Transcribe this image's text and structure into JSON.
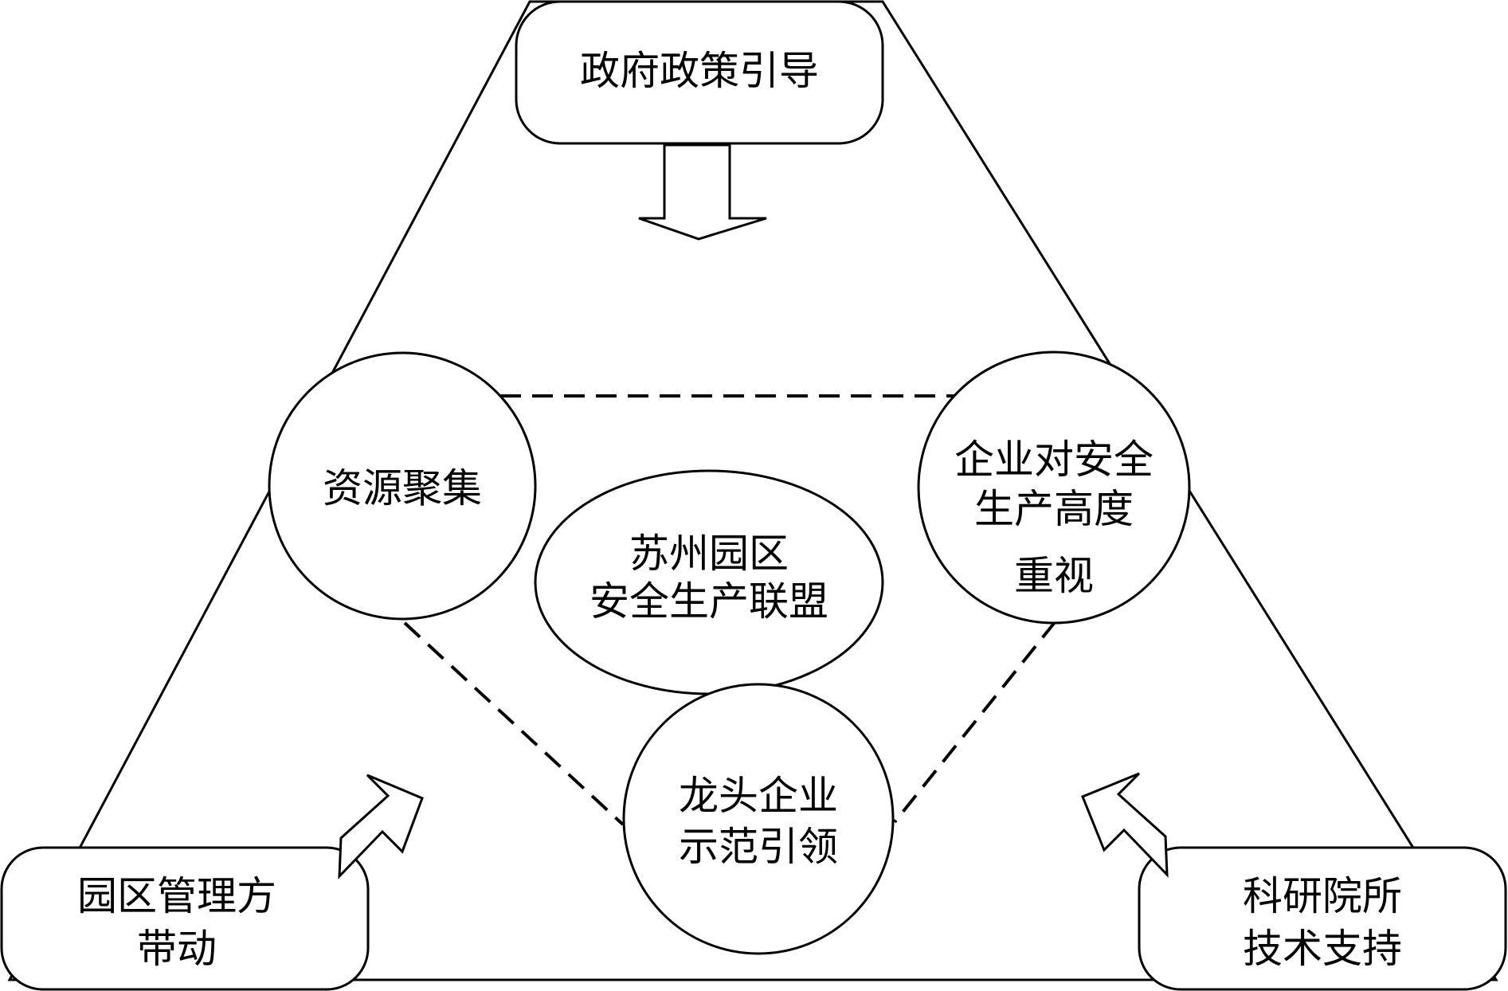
{
  "colors": {
    "stroke": "#000000",
    "fill": "#ffffff",
    "text": "#000000"
  },
  "top_box": {
    "label": "政府政策引导"
  },
  "left_box": {
    "lines": [
      "园区管理方",
      "带动"
    ]
  },
  "right_box": {
    "lines": [
      "科研院所",
      "技术支持"
    ]
  },
  "center": {
    "lines": [
      "苏州园区",
      "安全生产联盟"
    ]
  },
  "circle_left": {
    "lines": [
      "资源聚集"
    ]
  },
  "circle_right": {
    "lines": [
      "企业对安全",
      "生产高度",
      "重视"
    ]
  },
  "circle_bottom": {
    "lines": [
      "龙头企业",
      "示范引领"
    ]
  }
}
